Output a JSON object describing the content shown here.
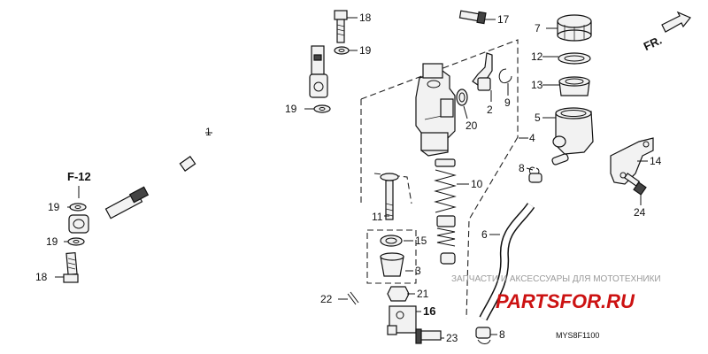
{
  "labels": {
    "p1": "1",
    "p2": "2",
    "p3": "3",
    "p4": "4",
    "p5": "5",
    "p6": "6",
    "p7": "7",
    "p8a": "8",
    "p8b": "8",
    "p9": "9",
    "p10": "10",
    "p11": "11",
    "p12": "12",
    "p13": "13",
    "p14": "14",
    "p15": "15",
    "p16": "16",
    "p17": "17",
    "p18a": "18",
    "p18b": "18",
    "p19a": "19",
    "p19b": "19",
    "p19c": "19",
    "p19d": "19",
    "p20": "20",
    "p21": "21",
    "p22": "22",
    "p23": "23",
    "p24": "24",
    "ref": "F-12",
    "front": "FR."
  },
  "footer": {
    "diagram_code": "MYS8F1100",
    "watermark_text": "ЗАПЧАСТИ И АКСЕССУАРЫ ДЛЯ МОТОТЕХНИКИ",
    "brand": "PARTSFOR.RU"
  },
  "colors": {
    "line": "#111111",
    "brand": "#cc1212",
    "watermark": "#9a9a9a"
  }
}
